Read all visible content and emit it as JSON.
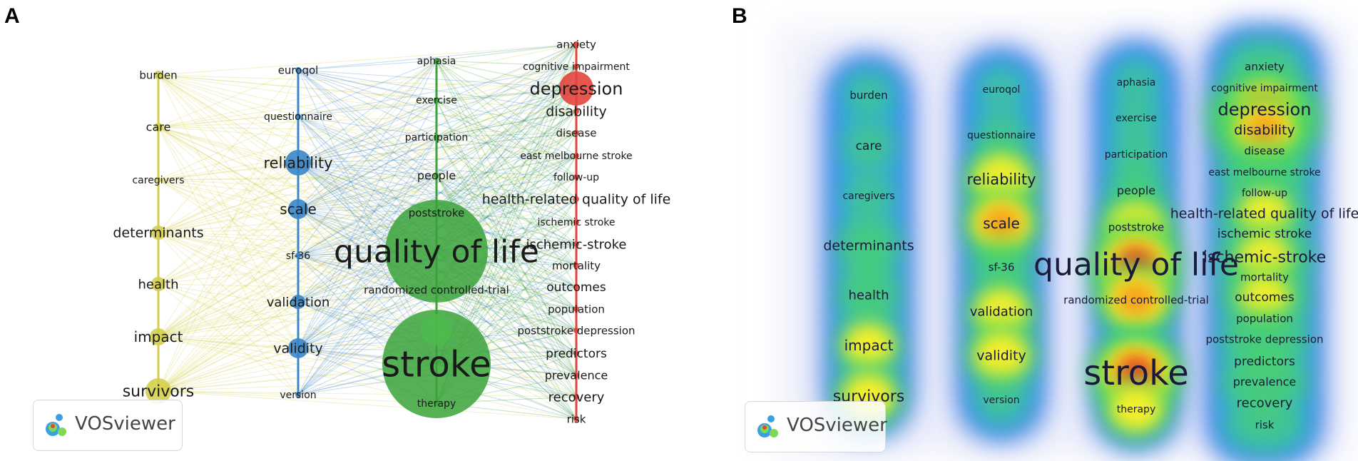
{
  "panels": [
    {
      "letter": "A"
    },
    {
      "letter": "B"
    }
  ],
  "badge_text": "VOSviewer",
  "colors": {
    "yellow_cluster": "#d4cf4e",
    "blue_cluster": "#3a86c8",
    "green_cluster": "#3aa33a",
    "red_cluster": "#e2453c"
  },
  "network_view": {
    "clusters": [
      {
        "id": "yellow",
        "color": "#d4cf4e",
        "items": [
          "burden",
          "care",
          "caregivers",
          "determinants",
          "health",
          "impact",
          "survivors"
        ]
      },
      {
        "id": "blue",
        "color": "#3a86c8",
        "items": [
          "euroqol",
          "questionnaire",
          "reliability",
          "scale",
          "sf-36",
          "validation",
          "validity",
          "version"
        ]
      },
      {
        "id": "green",
        "color": "#3aa33a",
        "items": [
          "aphasia",
          "exercise",
          "participation",
          "people",
          "poststroke",
          "quality of life",
          "randomized controlled-trial",
          "stroke",
          "therapy"
        ]
      },
      {
        "id": "red",
        "color": "#e2453c",
        "items": [
          "anxiety",
          "cognitive impairment",
          "depression",
          "disability",
          "disease",
          "east melbourne stroke",
          "follow-up",
          "health-related quality of life",
          "ischemic stroke",
          "ischemic-stroke",
          "mortality",
          "outcomes",
          "population",
          "poststroke depression",
          "predictors",
          "prevalence",
          "recovery",
          "risk"
        ]
      }
    ]
  },
  "density_view": {
    "columns": [
      {
        "items": [
          "burden",
          "care",
          "caregivers",
          "determinants",
          "health",
          "impact",
          "survivors"
        ]
      },
      {
        "items": [
          "euroqol",
          "questionnaire",
          "reliability",
          "scale",
          "sf-36",
          "validation",
          "validity",
          "version"
        ]
      },
      {
        "items": [
          "aphasia",
          "exercise",
          "participation",
          "people",
          "poststroke",
          "quality of life",
          "randomized controlled-trial",
          "stroke",
          "therapy"
        ]
      },
      {
        "items": [
          "anxiety",
          "cognitive impairment",
          "depression",
          "disability",
          "disease",
          "east melbourne stroke",
          "follow-up",
          "health-related quality of life",
          "ischemic stroke",
          "ischemic-stroke",
          "mortality",
          "outcomes",
          "population",
          "poststroke depression",
          "predictors",
          "prevalence",
          "recovery",
          "risk"
        ]
      }
    ]
  }
}
